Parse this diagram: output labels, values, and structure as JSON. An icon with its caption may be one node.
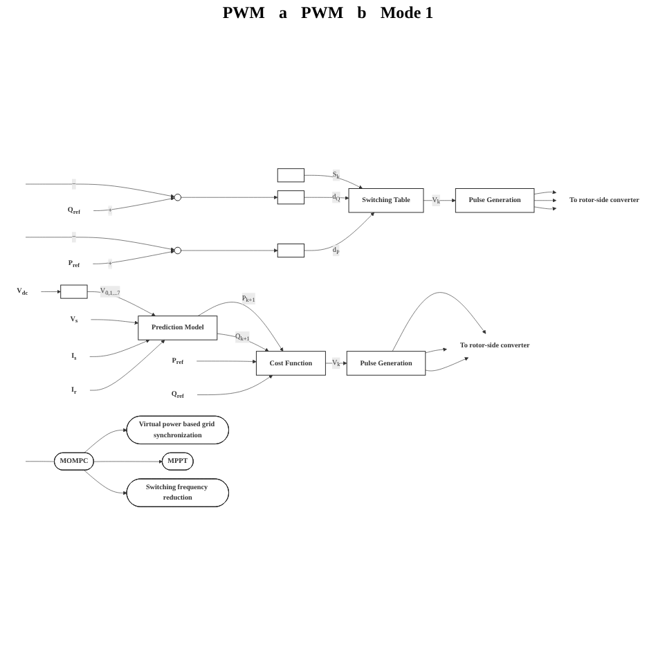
{
  "diagram": {
    "nodes": [
      {
        "text": [],
        "shape": "box"
      },
      {
        "text": [
          "Q$_{ref}$"
        ]
      },
      {
        "text": [],
        "shape": "circle"
      },
      {
        "text": [
          "P$_{ref}$"
        ]
      },
      {
        "text": [],
        "shape": "circle"
      },
      {
        "text": [],
        "shape": "box"
      },
      {
        "text": [],
        "shape": "box"
      },
      {
        "text": [
          "Switching Table"
        ]
      },
      {
        "text": [
          "Pulse Generation"
        ]
      },
      {
        "text": [
          "To rotor-side converter"
        ]
      },
      {
        "text": [
          "V$_{dc}$"
        ]
      },
      {
        "text": [],
        "shape": "box"
      },
      {
        "text": [
          "V$_{s}$"
        ]
      },
      {
        "text": [
          "I$_{s}$"
        ]
      },
      {
        "text": [
          "I$_{r}$"
        ]
      },
      {
        "text": [
          "Prediction Model"
        ]
      },
      {
        "text": [
          "P$_{ref}$"
        ]
      },
      {
        "text": [
          "Q$_{ref}$"
        ]
      },
      {
        "text": [
          "Cost Function"
        ]
      },
      {
        "text": [
          "Pulse Generation"
        ]
      },
      {
        "text": [
          "To rotor-side converter"
        ]
      },
      {
        "text": [
          "Virtual power based grid synchronization"
        ]
      },
      {
        "text": [
          "MPPT"
        ]
      },
      {
        "text": [
          "MOMPC"
        ]
      },
      {
        "text": [
          "Switching frequency reduction"
        ]
      }
    ],
    "edges": [
      {
        "from": 0,
        "to": 7,
        "arrow": "to",
        "label": "S$_{k}$"
      },
      {
        "from": null,
        "to": 2,
        "arrow": "to",
        "label": "−"
      },
      {
        "from": 1,
        "to": 2,
        "arrow": "to",
        "label": "+"
      },
      {
        "from": 2,
        "to": 5,
        "arrow": "to"
      },
      {
        "from": 5,
        "to": 7,
        "arrow": "to",
        "label": "d$_{Q}$"
      },
      {
        "from": null,
        "to": 4,
        "arrow": "to",
        "label": "−"
      },
      {
        "from": 3,
        "to": 4,
        "arrow": "to",
        "label": "+"
      },
      {
        "from": 4,
        "to": 6,
        "arrow": "to"
      },
      {
        "from": 6,
        "to": 7,
        "arrow": "to",
        "label": "d$_{P}$"
      },
      {
        "from": 7,
        "to": 8,
        "arrow": "to",
        "label": "V$_{k}$"
      },
      {
        "from": 8,
        "to": 9,
        "arrow": "to"
      },
      {
        "from": 8,
        "to": 9,
        "arrow": "to"
      },
      {
        "from": 8,
        "to": 9,
        "arrow": "to"
      },
      {
        "from": 10,
        "to": 11,
        "arrow": "to"
      },
      {
        "from": 11,
        "to": 15,
        "arrow": "to",
        "label": "V$_{0,1...7}$"
      },
      {
        "from": 12,
        "to": 15,
        "arrow": "to"
      },
      {
        "from": 13,
        "to": 15,
        "arrow": "to"
      },
      {
        "from": 14,
        "to": 15,
        "arrow": "to"
      },
      {
        "from": 15,
        "to": 18,
        "arrow": "to",
        "label": "P$_{k+1}$"
      },
      {
        "from": 15,
        "to": 18,
        "arrow": "to",
        "label": "Q$_{k+1}$"
      },
      {
        "from": 16,
        "to": 18,
        "arrow": "to"
      },
      {
        "from": 17,
        "to": 18,
        "arrow": "to"
      },
      {
        "from": 18,
        "to": 19,
        "arrow": "to",
        "label": "V$_{k}$"
      },
      {
        "from": 19,
        "to": 20,
        "arrow": "to"
      },
      {
        "from": 19,
        "to": 20,
        "arrow": "to"
      },
      {
        "from": 19,
        "to": 20,
        "arrow": "to"
      },
      {
        "from": 23,
        "to": 21,
        "arrow": "to"
      },
      {
        "from": 23,
        "to": 22,
        "arrow": "to"
      },
      {
        "from": 23,
        "to": 24,
        "arrow": "to"
      },
      {
        "from": 23,
        "to": null,
        "arrow": "none"
      }
    ],
    "labels": [
      "PWM",
      "a",
      "PWM",
      "b",
      "Mode 1"
    ]
  }
}
